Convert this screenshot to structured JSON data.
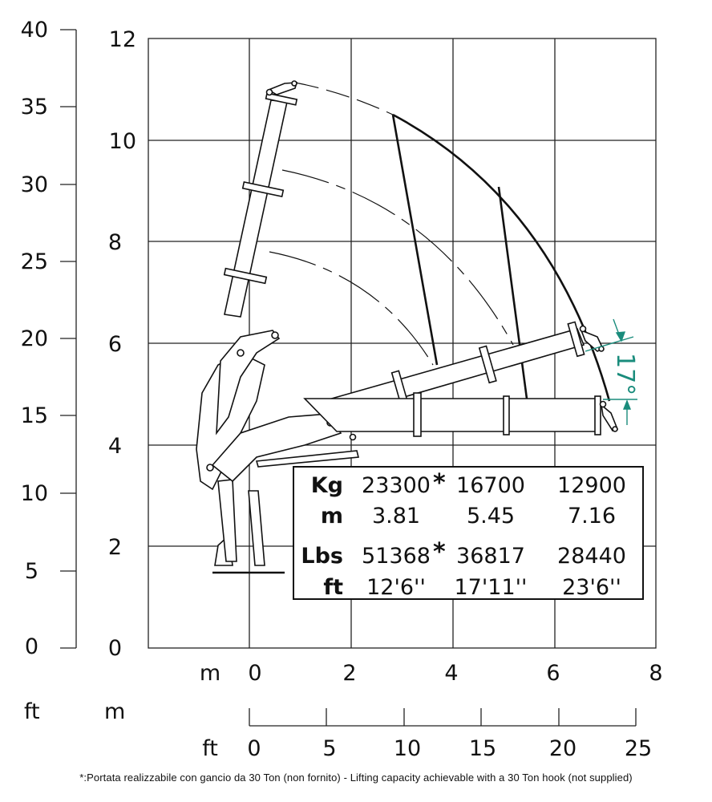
{
  "left_axis_ft": {
    "unit_label": "ft",
    "ticks": [
      "40",
      "35",
      "30",
      "25",
      "20",
      "15",
      "10",
      "5",
      "0"
    ]
  },
  "left_axis_m": {
    "unit_label": "m",
    "ticks": [
      "12",
      "10",
      "8",
      "6",
      "4",
      "2",
      "0"
    ]
  },
  "bottom_axis_m": {
    "unit_label": "m",
    "ticks": [
      "0",
      "2",
      "4",
      "6",
      "8"
    ]
  },
  "bottom_axis_ft": {
    "unit_label": "ft",
    "ticks": [
      "0",
      "5",
      "10",
      "15",
      "20",
      "25"
    ]
  },
  "angle_label": "17°",
  "accent_color": "#1a8c7c",
  "table": {
    "rows": [
      {
        "label": "Kg",
        "values": [
          "23300",
          "16700",
          "12900"
        ],
        "star": true
      },
      {
        "label": "m",
        "values": [
          "3.81",
          "5.45",
          "7.16"
        ],
        "star": false
      },
      {
        "label": "Lbs",
        "values": [
          "51368",
          "36817",
          "28440"
        ],
        "star": true
      },
      {
        "label": "ft",
        "values": [
          "12'6''",
          "17'11''",
          "23'6''"
        ],
        "star": false
      }
    ],
    "star_symbol": "*"
  },
  "footnote": "*:Portata realizzabile con gancio da 30 Ton (non fornito) - Lifting capacity achievable with a 30 Ton hook (not supplied)"
}
